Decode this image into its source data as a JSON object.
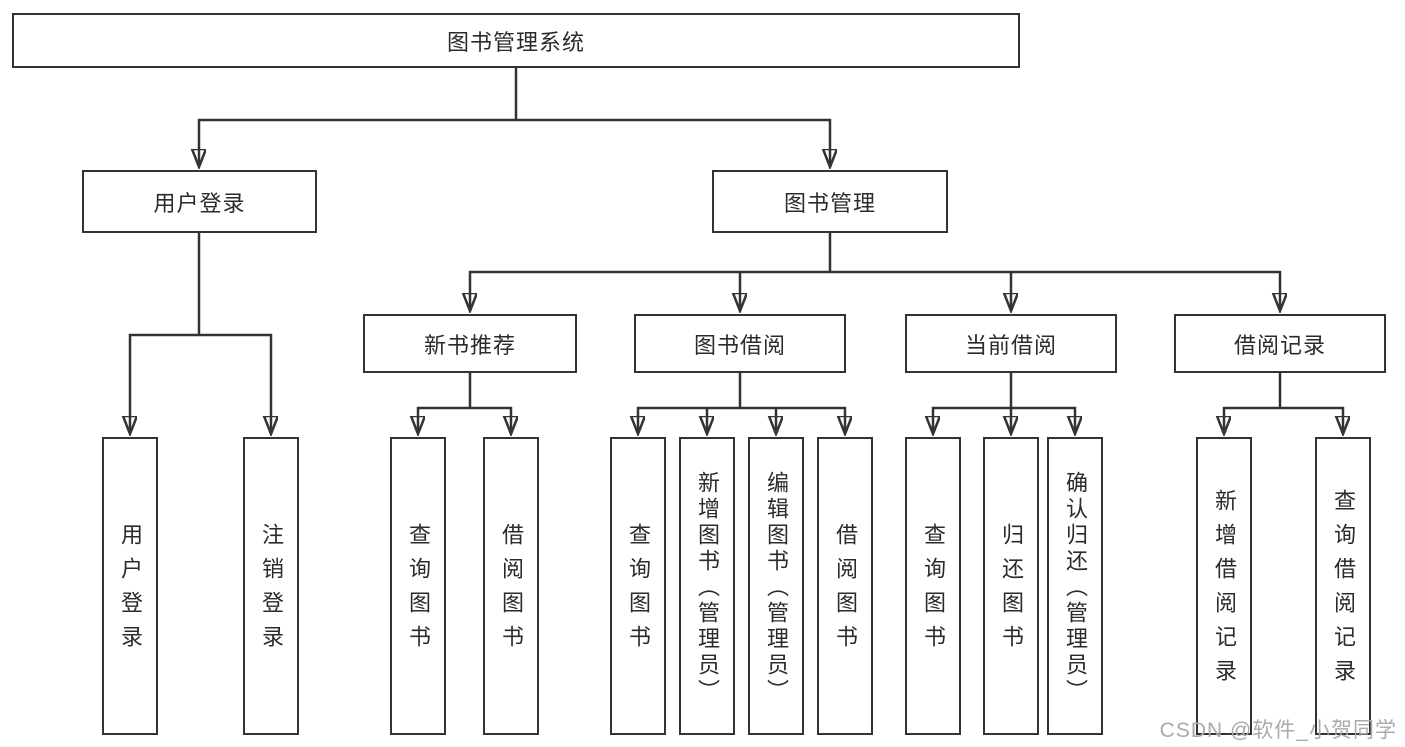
{
  "colors": {
    "line": "#333333",
    "box_border": "#333333",
    "box_fill": "#ffffff",
    "text": "#2b2b2b",
    "watermark": "#aaaaaa"
  },
  "watermark": {
    "text": "CSDN @软件_小贺同学"
  },
  "tree": {
    "root": {
      "label": "图书管理系统"
    },
    "branches": [
      {
        "id": "user-login",
        "label": "用户登录",
        "children": [
          "用户登录",
          "注销登录"
        ]
      },
      {
        "id": "book-management",
        "label": "图书管理",
        "groups": [
          {
            "label": "新书推荐",
            "children": [
              "查询图书",
              "借阅图书"
            ]
          },
          {
            "label": "图书借阅",
            "children": [
              "查询图书",
              "新增图书（管理员）",
              "编辑图书（管理员）",
              "借阅图书"
            ]
          },
          {
            "label": "当前借阅",
            "children": [
              "查询图书",
              "归还图书",
              "确认归还（管理员）"
            ]
          },
          {
            "label": "借阅记录",
            "children": [
              "新增借阅记录",
              "查询借阅记录"
            ]
          }
        ]
      }
    ]
  }
}
